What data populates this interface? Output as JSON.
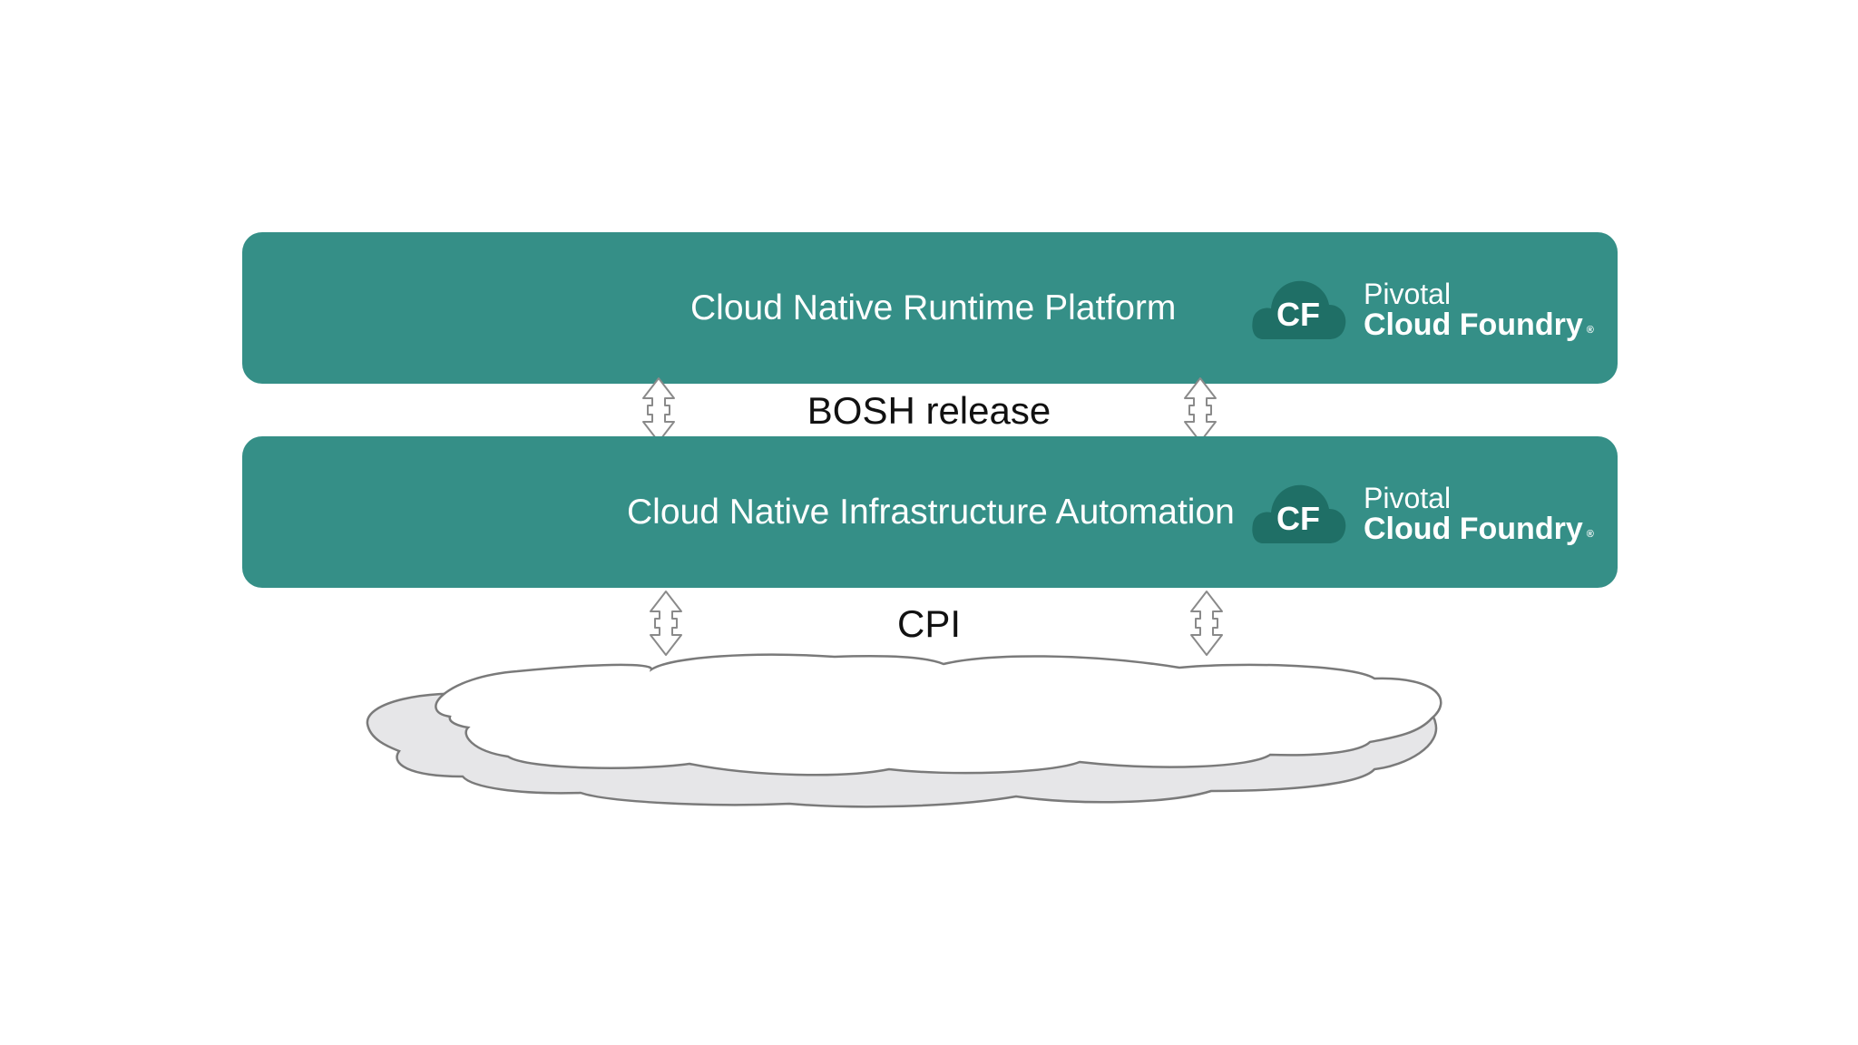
{
  "layers": [
    {
      "title": "Cloud Native Runtime Platform",
      "brand": {
        "pivotal": "Pivotal",
        "cloud_foundry": "Cloud Foundry",
        "registered": "®",
        "logo_text": "CF"
      }
    },
    {
      "title": "Cloud Native Infrastructure Automation",
      "brand": {
        "pivotal": "Pivotal",
        "cloud_foundry": "Cloud Foundry",
        "registered": "®",
        "logo_text": "CF"
      }
    }
  ],
  "interfaces": {
    "bosh": "BOSH release",
    "cpi": "CPI"
  },
  "colors": {
    "layer_fill": "#358f87",
    "logo_cloud": "#1f6f66",
    "text_dark": "#111111",
    "arrow_stroke": "#8a8a8a",
    "cloud_shadow": "#e6e6e8",
    "cloud_stroke": "#7a7a7a"
  },
  "icons": {
    "brand_logo": "cf-cloud-logo-icon",
    "arrow": "double-headed-vertical-arrow-icon",
    "infrastructure": "cloud-icon"
  }
}
